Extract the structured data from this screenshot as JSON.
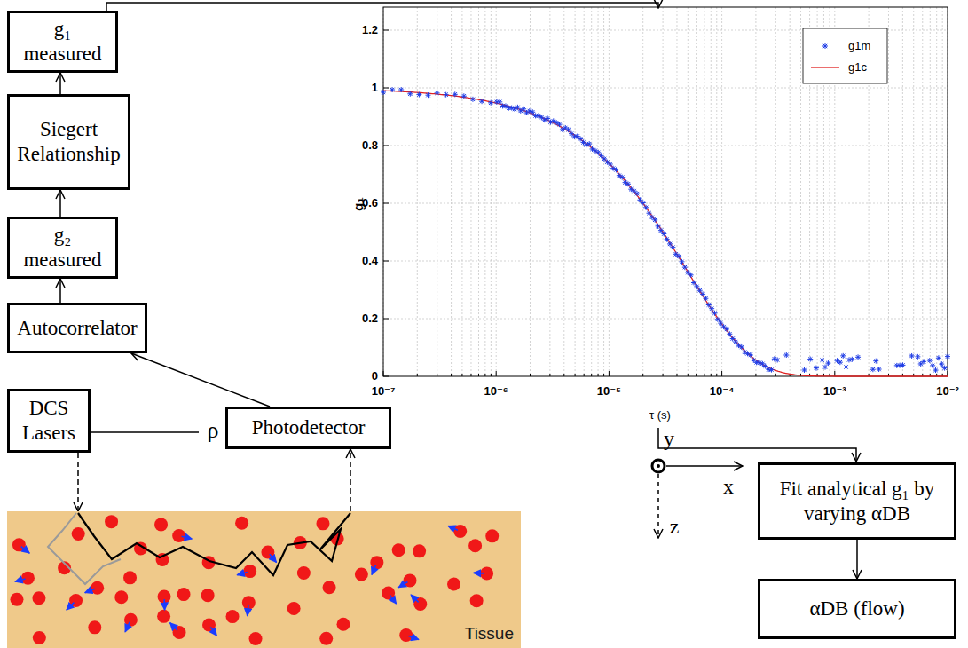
{
  "diagram": {
    "nodes": [
      {
        "text": [
          "g₁ measured"
        ]
      },
      {
        "text": [
          "Siegert Relationship"
        ]
      },
      {
        "text": [
          "g₂ measured"
        ]
      },
      {
        "text": [
          "Autocorrelator"
        ]
      },
      {
        "text": [
          "DCS Lasers"
        ]
      },
      {
        "text": [
          "Photodetector"
        ]
      },
      {
        "text": [
          "Fit analytical g₁ by varying αDB"
        ]
      },
      {
        "text": [
          "αDB (flow)"
        ]
      },
      {
        "text": [
          "Tissue"
        ]
      }
    ],
    "edges": [
      {
        "from": 3,
        "to": 2,
        "arrow": "to"
      },
      {
        "from": 2,
        "to": 1,
        "arrow": "to"
      },
      {
        "from": 1,
        "to": 0,
        "arrow": "to"
      },
      {
        "from": 5,
        "to": 3,
        "arrow": "to"
      },
      {
        "from": 4,
        "to": 8,
        "arrow": "to"
      },
      {
        "from": 8,
        "to": 5,
        "arrow": "to"
      },
      {
        "from": 6,
        "to": 7,
        "arrow": "to"
      }
    ],
    "labels": [
      "ρ",
      "y",
      "x",
      "z",
      "g₁",
      "1.2",
      "1",
      "0.8",
      "0.6",
      "0.4",
      "0.2",
      "0",
      "10⁻⁷",
      "10⁻⁶",
      "10⁻⁵",
      "10⁻⁴",
      "10⁻³",
      "10⁻²",
      "τ (s)"
    ],
    "legend": [
      {
        "text": "g1m"
      },
      {
        "text": "g1c"
      }
    ]
  }
}
